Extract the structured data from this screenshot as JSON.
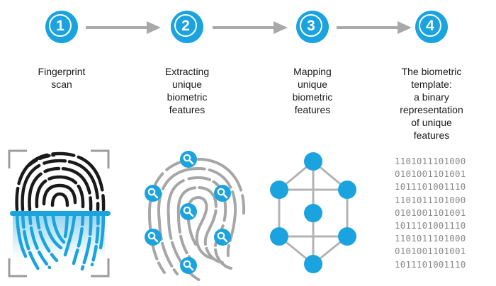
{
  "steps": [
    {
      "number": "1",
      "caption": "Fingerprint\nscan"
    },
    {
      "number": "2",
      "caption": "Extracting\nunique\nbiometric\nfeatures"
    },
    {
      "number": "3",
      "caption": "Mapping\nunique\nbiometric\nfeatures"
    },
    {
      "number": "4",
      "caption": "The biometric\ntemplate:\na binary\nrepresentation\nof unique\nfeatures"
    }
  ],
  "binary_rows": [
    "1101011101000",
    "0101001101001",
    "1011101001110",
    "1101011101000",
    "0101001101001",
    "1011101001110",
    "1101011101000",
    "0101001101001",
    "1011101001110"
  ],
  "colors": {
    "accent": "#1aa3de",
    "arrow": "#a9a9a9",
    "fingerprint_dark": "#1a1a1a",
    "fingerprint_gray": "#a6a6a6",
    "binary_text": "#8a8a8a"
  },
  "icons": {
    "scan_frame": "corner-bracket-frame",
    "feature_marker": "magnifier-icon"
  }
}
